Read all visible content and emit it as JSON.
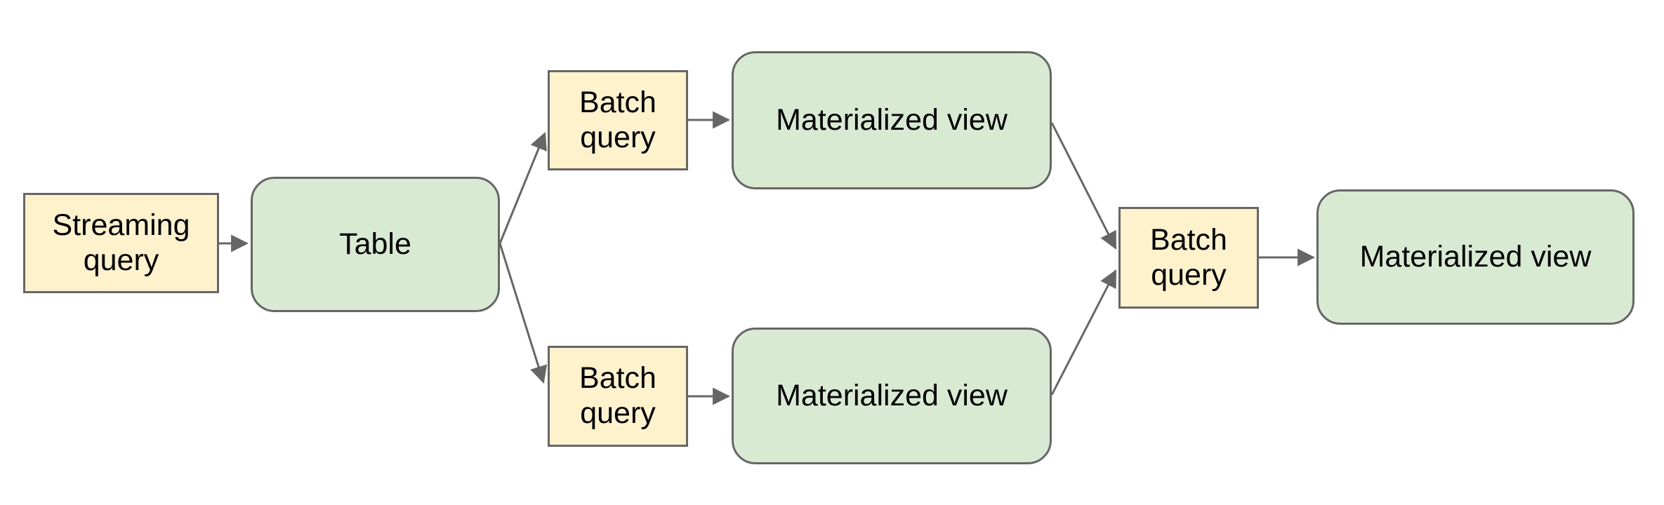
{
  "diagram": {
    "title": "",
    "background_color": "#ffffff",
    "nodes": [
      {
        "id": "streaming-query",
        "label": "Streaming query",
        "shape": "rectangle",
        "fill": "#fdf2cc"
      },
      {
        "id": "table",
        "label": "Table",
        "shape": "rounded-rectangle",
        "fill": "#d9ead3"
      },
      {
        "id": "batch-query-top",
        "label": "Batch query",
        "shape": "rectangle",
        "fill": "#fdf2cc"
      },
      {
        "id": "materialized-view-top",
        "label": "Materialized view",
        "shape": "rounded-rectangle",
        "fill": "#d9ead3"
      },
      {
        "id": "batch-query-bottom",
        "label": "Batch query",
        "shape": "rectangle",
        "fill": "#fdf2cc"
      },
      {
        "id": "materialized-view-bottom",
        "label": "Materialized view",
        "shape": "rounded-rectangle",
        "fill": "#d9ead3"
      },
      {
        "id": "batch-query-center",
        "label": "Batch query",
        "shape": "rectangle",
        "fill": "#fdf2cc"
      },
      {
        "id": "materialized-view-final",
        "label": "Materialized view",
        "shape": "rounded-rectangle",
        "fill": "#d9ead3"
      }
    ],
    "edges": [
      {
        "from": "streaming-query",
        "to": "table"
      },
      {
        "from": "table",
        "to": "batch-query-top"
      },
      {
        "from": "table",
        "to": "batch-query-bottom"
      },
      {
        "from": "batch-query-top",
        "to": "materialized-view-top"
      },
      {
        "from": "batch-query-bottom",
        "to": "materialized-view-bottom"
      },
      {
        "from": "materialized-view-top",
        "to": "batch-query-center"
      },
      {
        "from": "materialized-view-bottom",
        "to": "batch-query-center"
      },
      {
        "from": "batch-query-center",
        "to": "materialized-view-final"
      }
    ]
  },
  "colors": {
    "node_yellow_fill": "#fdf2cc",
    "node_green_fill": "#d9ead3",
    "node_border": "#666666",
    "arrow": "#666666",
    "text": "#000000",
    "background": "#ffffff"
  }
}
